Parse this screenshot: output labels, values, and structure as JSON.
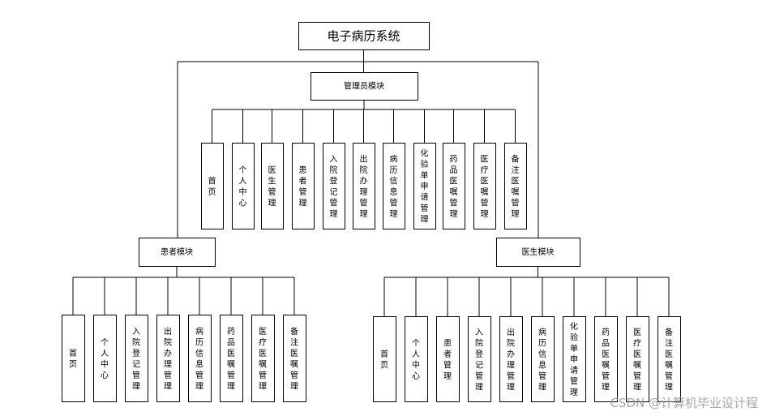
{
  "root": "电子病历系统",
  "admin": {
    "title": "管理员模块",
    "children": [
      "首页",
      "个人中心",
      "医生管理",
      "患者管理",
      "入院登记管理",
      "出院办理管理",
      "病历信息管理",
      "化验单申请管理",
      "药品医嘱管理",
      "医疗医嘱管理",
      "备注医嘱管理"
    ]
  },
  "patient": {
    "title": "患者模块",
    "children": [
      "首页",
      "个人中心",
      "入院登记管理",
      "出院办理管理",
      "病历信息管理",
      "药品医嘱管理",
      "医疗医嘱管理",
      "备注医嘱管理"
    ]
  },
  "doctor": {
    "title": "医生模块",
    "children": [
      "首页",
      "个人中心",
      "患者管理",
      "入院登记管理",
      "出院办理管理",
      "病历信息管理",
      "化验单申请管理",
      "药品医嘱管理",
      "医疗医嘱管理",
      "备注医嘱管理"
    ]
  },
  "watermark": "CSDN @计算机毕业设计程"
}
